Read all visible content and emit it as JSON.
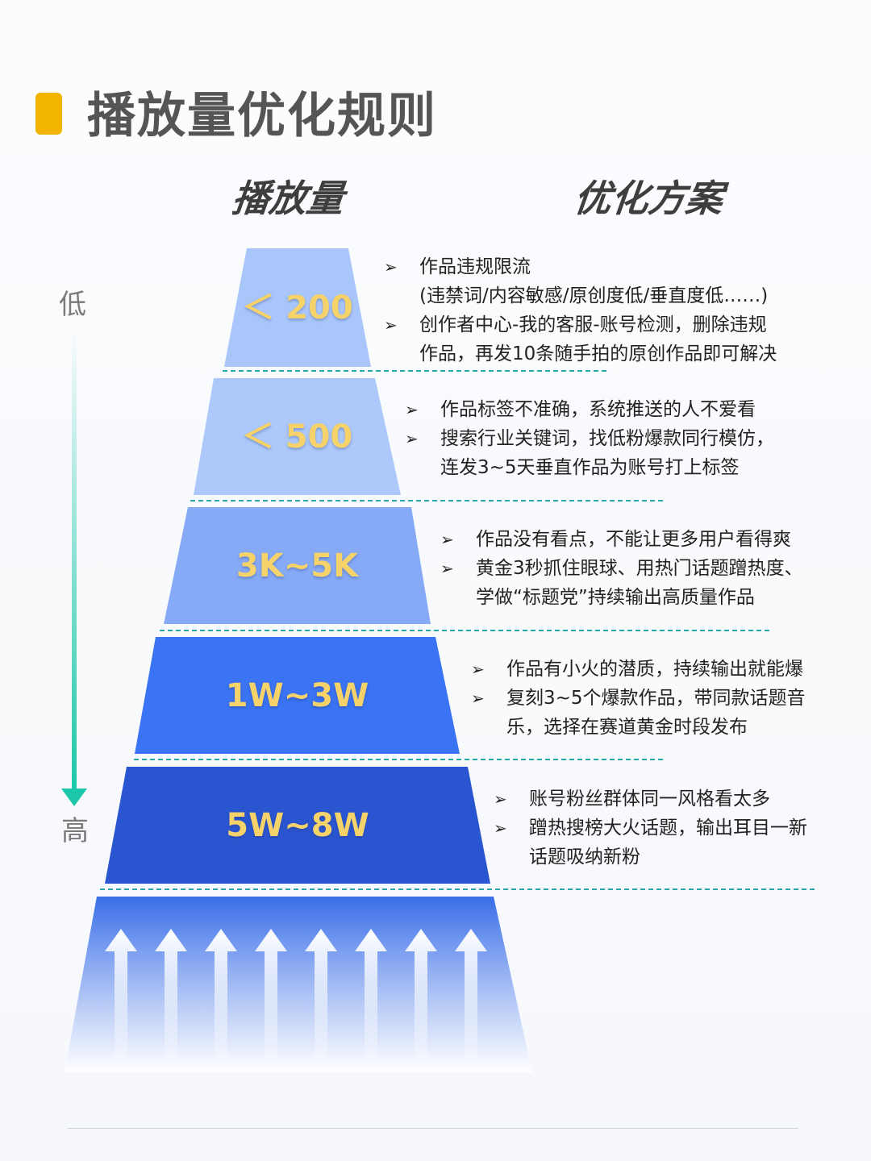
{
  "title": "播放量优化规则",
  "columns": {
    "left": "播放量",
    "right": "优化方案"
  },
  "scale": {
    "low": "低",
    "high": "高"
  },
  "tiers": [
    {
      "label": "＜ 200",
      "color": "#a9c6fa",
      "bullets": [
        {
          "marker": "➢",
          "text": "作品违规限流"
        },
        {
          "marker": "",
          "text": "(违禁词/内容敏感/原创度低/垂直度低……)"
        },
        {
          "marker": "➢",
          "text": "创作者中心-我的客服-账号检测，删除违规"
        },
        {
          "marker": "",
          "text": "作品，再发10条随手拍的原创作品即可解决"
        }
      ]
    },
    {
      "label": "＜ 500",
      "color": "#adc9fb",
      "bullets": [
        {
          "marker": "➢",
          "text": "作品标签不准确，系统推送的人不爱看"
        },
        {
          "marker": "➢",
          "text": "搜索行业关键词，找低粉爆款同行模仿，"
        },
        {
          "marker": "",
          "text": "连发3~5天垂直作品为账号打上标签"
        }
      ]
    },
    {
      "label": "3K~5K",
      "color": "#86aaf6",
      "bullets": [
        {
          "marker": "➢",
          "text": "作品没有看点，不能让更多用户看得爽"
        },
        {
          "marker": "➢",
          "text": "黄金3秒抓住眼球、用热门话题蹭热度、"
        },
        {
          "marker": "",
          "text": "学做“标题党”持续输出高质量作品"
        }
      ]
    },
    {
      "label": "1W~3W",
      "color": "#3a73f3",
      "bullets": [
        {
          "marker": "➢",
          "text": "作品有小火的潜质，持续输出就能爆"
        },
        {
          "marker": "➢",
          "text": "复刻3~5个爆款作品，带同款话题音"
        },
        {
          "marker": "",
          "text": "乐，选择在赛道黄金时段发布"
        }
      ]
    },
    {
      "label": "5W~8W",
      "color": "#2a55d0",
      "bullets": [
        {
          "marker": "➢",
          "text": "账号粉丝群体同一风格看太多"
        },
        {
          "marker": "➢",
          "text": "蹭热搜榜大火话题，输出耳目一新"
        },
        {
          "marker": "",
          "text": "话题吸纳新粉"
        }
      ]
    }
  ],
  "colors": {
    "accent": "#f3b400",
    "scale": "#1cc7a9",
    "tierLabel": "#f6d36a",
    "base": "#3a6ee8"
  }
}
